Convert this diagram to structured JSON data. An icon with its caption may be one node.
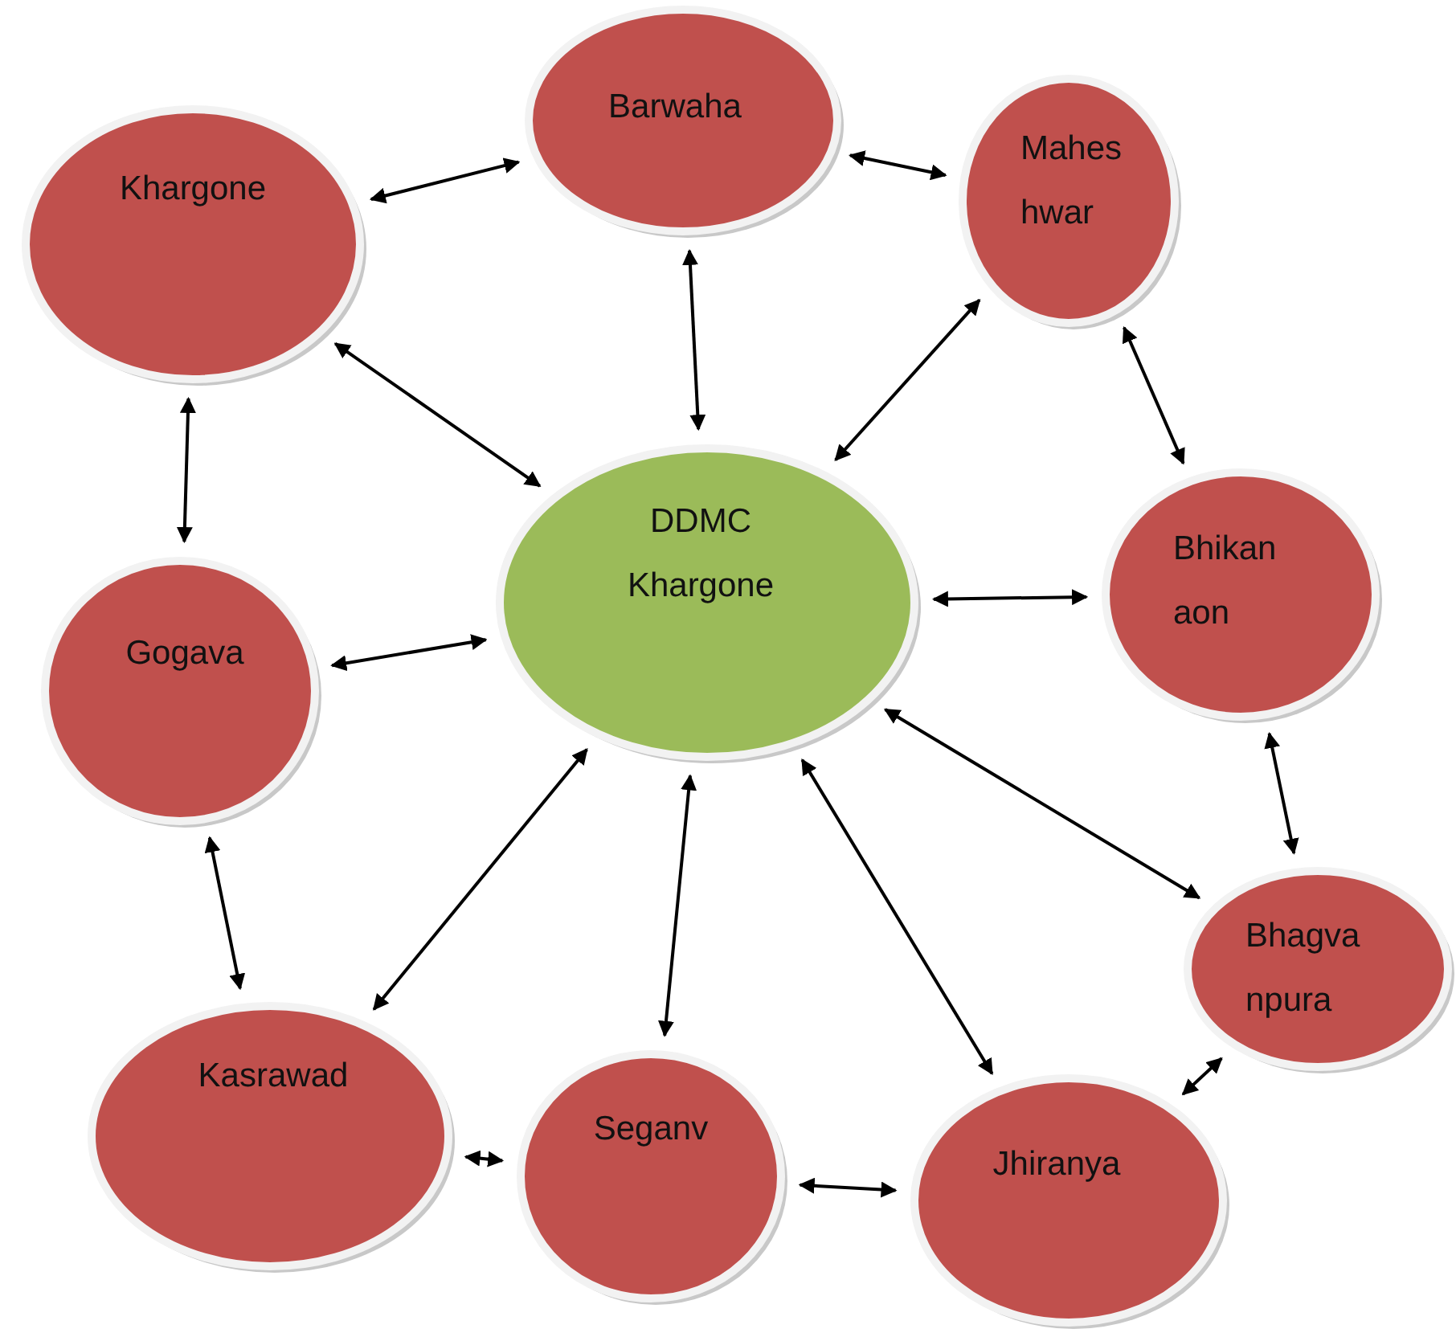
{
  "diagram": {
    "nodes": [
      {
        "text": [
          "Khargone"
        ]
      },
      {
        "text": [
          "Barwaha"
        ]
      },
      {
        "text": [
          "Mahes hwar"
        ]
      },
      {
        "text": [
          "DDMC Khargone"
        ]
      },
      {
        "text": [
          "Bhikan aon"
        ]
      },
      {
        "text": [
          "Gogava"
        ]
      },
      {
        "text": [
          "Bhagva npura"
        ]
      },
      {
        "text": [
          "Kasrawad"
        ]
      },
      {
        "text": [
          "Seganv"
        ]
      },
      {
        "text": [
          "Jhiranya"
        ]
      }
    ],
    "edges": [
      {
        "from": 0,
        "to": 1,
        "arrow": "both"
      },
      {
        "from": 1,
        "to": 2,
        "arrow": "both"
      },
      {
        "from": 1,
        "to": 3,
        "arrow": "both"
      },
      {
        "from": 0,
        "to": 3,
        "arrow": "both"
      },
      {
        "from": 2,
        "to": 3,
        "arrow": "both"
      },
      {
        "from": 2,
        "to": 4,
        "arrow": "both"
      },
      {
        "from": 0,
        "to": 5,
        "arrow": "both"
      },
      {
        "from": 5,
        "to": 3,
        "arrow": "both"
      },
      {
        "from": 3,
        "to": 4,
        "arrow": "both"
      },
      {
        "from": 3,
        "to": 6,
        "arrow": "both"
      },
      {
        "from": 4,
        "to": 6,
        "arrow": "both"
      },
      {
        "from": 5,
        "to": 7,
        "arrow": "both"
      },
      {
        "from": 3,
        "to": 7,
        "arrow": "both"
      },
      {
        "from": 3,
        "to": 8,
        "arrow": "both"
      },
      {
        "from": 3,
        "to": 9,
        "arrow": "both"
      },
      {
        "from": 7,
        "to": 8,
        "arrow": "both"
      },
      {
        "from": 8,
        "to": 9,
        "arrow": "both"
      },
      {
        "from": 9,
        "to": 6,
        "arrow": "both"
      }
    ]
  }
}
